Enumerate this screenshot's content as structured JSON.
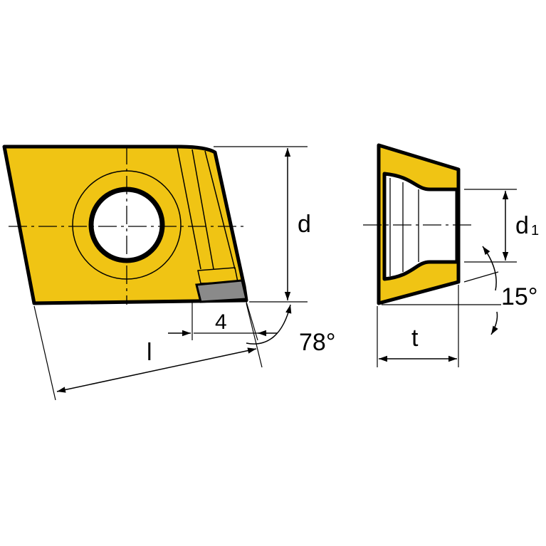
{
  "colors": {
    "insert_fill": "#f0c414",
    "insert_stroke": "#000000",
    "tip_fill": "#8a8a8a",
    "dim_line": "#000000",
    "background": "#ffffff"
  },
  "labels": {
    "d": "d",
    "d1_main": "d",
    "d1_sub": "1",
    "l": "l",
    "t": "t",
    "tip_width": "4",
    "angle_78": "78°",
    "angle_15": "15°"
  }
}
